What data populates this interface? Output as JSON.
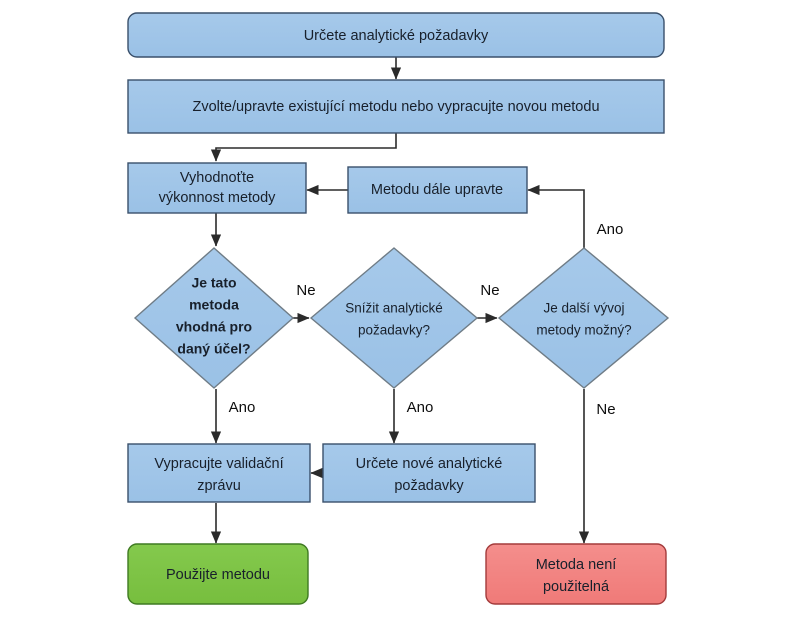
{
  "diagram": {
    "title": "Analytical method lifecycle flowchart",
    "language": "cs",
    "colors": {
      "process_fill": "#9EC5E8",
      "decision_fill": "#9EC5E8",
      "terminator_success_fill": "#7CC242",
      "terminator_fail_fill": "#F2807E",
      "box_border": "#3A506B",
      "diamond_border": "#6F7C86",
      "connector": "#2B2B2B",
      "text": "#18202B",
      "background": "#FFFFFF"
    }
  },
  "nodes": {
    "start": {
      "shape": "rounded-rect",
      "label": "Určete analytické požadavky"
    },
    "select_method": {
      "shape": "rect",
      "label": "Zvolte/upravte existující metodu nebo vypracujte novou metodu"
    },
    "evaluate": {
      "shape": "rect",
      "line1": "Vyhodnoťte",
      "line2": "výkonnost metody"
    },
    "modify": {
      "shape": "rect",
      "label": "Metodu dále upravte"
    },
    "decision_suitable": {
      "shape": "diamond",
      "line1": "Je tato",
      "line2": "metoda",
      "line3": "vhodná pro",
      "line4": "daný účel?"
    },
    "decision_reduce": {
      "shape": "diamond",
      "line1": "Snížit analytické",
      "line2": "požadavky?"
    },
    "decision_further": {
      "shape": "diamond",
      "line1": "Je další vývoj",
      "line2": "metody možný?"
    },
    "validation_report": {
      "shape": "rect",
      "line1": "Vypracujte validační",
      "line2": "zprávu"
    },
    "new_requirements": {
      "shape": "rect",
      "line1": "Určete nové analytické",
      "line2": "požadavky"
    },
    "use_method": {
      "shape": "rounded-rect",
      "label": "Použijte metodu"
    },
    "not_usable": {
      "shape": "rounded-rect",
      "line1": "Metoda není",
      "line2": "použitelná"
    }
  },
  "edge_labels": {
    "suitable_no": "Ne",
    "suitable_yes": "Ano",
    "reduce_no": "Ne",
    "reduce_yes": "Ano",
    "further_yes": "Ano",
    "further_no": "Ne"
  }
}
